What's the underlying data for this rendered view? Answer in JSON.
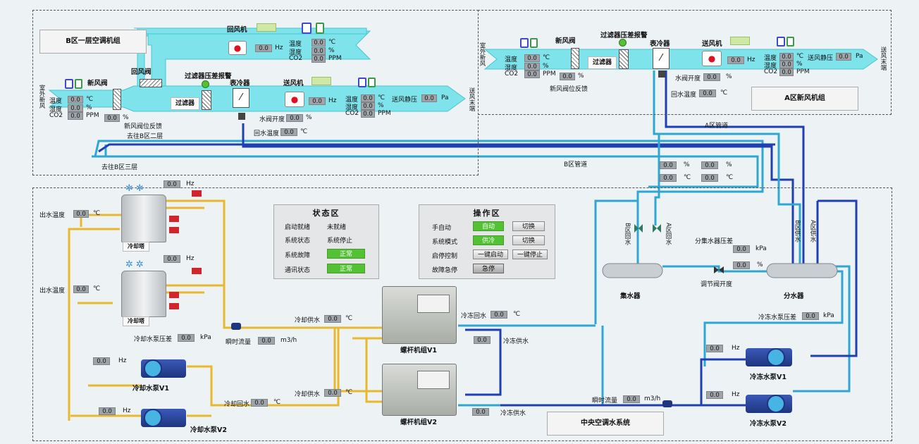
{
  "b_unit": {
    "title": "B区一层空调机组",
    "outdoor_label": "室外新风",
    "supply_end_label": "送风末端",
    "fresh_damper": "新风阀",
    "return_damper": "回风阀",
    "return_fan": "回风机",
    "filter": "过滤器",
    "filter_alarm": "过滤器压差报警",
    "coil": "表冷器",
    "supply_fan": "送风机",
    "fresh_feedback_label": "新风阀位反馈",
    "fresh_feedback_value": "0.0",
    "valve_opening_label": "水阀开度",
    "valve_opening_value": "0.0",
    "return_temp_label": "回水温度",
    "return_temp_value": "0.0",
    "to_2f": "去往B区二层",
    "to_3f": "去往B区三层",
    "out_readings": [
      {
        "label": "温度",
        "value": "0.0",
        "unit": "℃"
      },
      {
        "label": "湿度",
        "value": "0.0",
        "unit": "%"
      },
      {
        "label": "CO2",
        "value": "0.0",
        "unit": "PPM"
      }
    ],
    "return_readings": [
      {
        "label": "温度",
        "value": "0.0",
        "unit": "℃"
      },
      {
        "label": "湿度",
        "value": "0.0",
        "unit": "%"
      },
      {
        "label": "CO2",
        "value": "0.0",
        "unit": "PPM"
      }
    ],
    "supply_readings": [
      {
        "label": "温度",
        "value": "0.0",
        "unit": "℃"
      },
      {
        "label": "湿度",
        "value": "0.0",
        "unit": "%"
      },
      {
        "label": "CO2",
        "value": "0.0",
        "unit": "PPM"
      }
    ],
    "return_fan_hz": "0.0",
    "supply_fan_hz": "0.0",
    "static_pressure_label": "送风静压",
    "static_pressure_value": "0.0",
    "pa": "Pa",
    "hz": "Hz"
  },
  "a_unit": {
    "title": "A区新风机组",
    "outdoor_label": "室外新风",
    "supply_end_label": "送风末端",
    "fresh_damper": "新风阀",
    "filter": "过滤器",
    "filter_alarm": "过滤器压差报警",
    "coil": "表冷器",
    "supply_fan": "送风机",
    "fresh_feedback_label": "新风阀位反馈",
    "fresh_feedback_value": "0.0",
    "valve_opening_label": "水阀开度",
    "valve_opening_value": "0.0",
    "return_temp_label": "回水温度",
    "return_temp_value": "0.0",
    "out_readings": [
      {
        "label": "温度",
        "value": "0.0",
        "unit": "℃"
      },
      {
        "label": "湿度",
        "value": "0.0",
        "unit": "%"
      },
      {
        "label": "CO2",
        "value": "0.0",
        "unit": "PPM"
      }
    ],
    "supply_readings": [
      {
        "label": "温度",
        "value": "0.0",
        "unit": "℃"
      },
      {
        "label": "湿度",
        "value": "0.0",
        "unit": "%"
      },
      {
        "label": "CO2",
        "value": "0.0",
        "unit": "PPM"
      }
    ],
    "supply_fan_hz": "0.0",
    "static_pressure_label": "送风静压",
    "static_pressure_value": "0.0",
    "pa": "Pa",
    "hz": "Hz"
  },
  "pipes": {
    "a_label": "A区管道",
    "b_label": "B区管道",
    "readings": [
      {
        "value": "0.0",
        "unit": "%"
      },
      {
        "value": "0.0",
        "unit": "%"
      },
      {
        "value": "0.0",
        "unit": "℃"
      },
      {
        "value": "0.0",
        "unit": "℃"
      }
    ]
  },
  "status": {
    "title": "状态区",
    "rows": [
      {
        "label": "启动就绪",
        "value": "未就绪",
        "badge": false
      },
      {
        "label": "系统状态",
        "value": "系统停止",
        "badge": false
      },
      {
        "label": "系统故障",
        "value": "正常",
        "badge": true
      },
      {
        "label": "通讯状态",
        "value": "正常",
        "badge": true
      }
    ]
  },
  "ops": {
    "title": "操作区",
    "rows": [
      {
        "label": "手自动",
        "state": "自动",
        "action": "切换"
      },
      {
        "label": "系统模式",
        "state": "供冷",
        "action": "切换"
      },
      {
        "label": "启停控制",
        "start": "一键启动",
        "stop": "一键停止"
      },
      {
        "label": "故障急停",
        "estop": "急停"
      }
    ]
  },
  "water": {
    "title": "中央空调水系统",
    "tower1": {
      "name": "冷却塔",
      "hz": "0.0",
      "outlet_label": "出水温度",
      "outlet_value": "0.0"
    },
    "tower2": {
      "name": "冷却塔",
      "hz": "0.0",
      "outlet_label": "出水温度",
      "outlet_value": "0.0"
    },
    "cooling_pump_dp_label": "冷却水泵压差",
    "cooling_pump_dp_value": "0.0",
    "kpa": "kPa",
    "cpump1": {
      "name": "冷却水泵V1",
      "hz": "0.0"
    },
    "cpump2": {
      "name": "冷却水泵V2",
      "hz": "0.0"
    },
    "flow_label": "瞬时流量",
    "flow_value": "0.0",
    "flow_unit": "m3/h",
    "cw_supply_label": "冷却供水",
    "cw_supply1": "0.0",
    "cw_supply2": "0.0",
    "cw_return_label": "冷却回水",
    "cw_return_value": "0.0",
    "chiller1": "螺杆机组V1",
    "chiller2": "螺杆机组V2",
    "chw_return_label": "冷冻回水",
    "chw_return_value": "0.0",
    "chw_supply_label": "冷冻供水",
    "chw_supply1": "0.0",
    "chw_supply2": "0.0",
    "chw_flow_value": "0.0",
    "collector": "集水器",
    "distributor": "分水器",
    "manifold_dp_label": "分集水器压差",
    "manifold_dp_value": "0.0",
    "regulator_label": "调节阀开度",
    "regulator_value": "0.0",
    "b_return": "B区回水",
    "a_return": "A区回水",
    "b_supply": "B区供水",
    "a_supply": "A区供水",
    "chw_pump_dp_label": "冷冻水泵压差",
    "chw_pump_dp_value": "0.0",
    "chpump1": {
      "name": "冷冻水泵V1",
      "hz": "0.0"
    },
    "chpump2": {
      "name": "冷冻水泵V2",
      "hz": "0.0"
    },
    "deg": "℃",
    "pct": "%",
    "hz": "Hz"
  },
  "colors": {
    "air_duct": "#7fe3ec",
    "cooling_pipe": "#e8b82e",
    "chw_pipe": "#1f3fb4",
    "light_pipe": "#2fa7d3",
    "green_value": "#52c234",
    "background": "#edf2f4"
  }
}
